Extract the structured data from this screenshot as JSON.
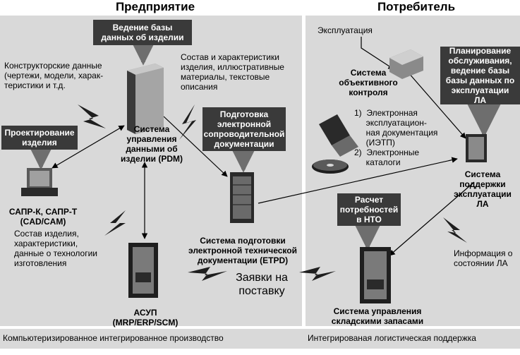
{
  "colors": {
    "panel": "#d9d9d9",
    "box": "#3a3a3a",
    "line": "#000000",
    "bolt": "#1e1e1e",
    "arrow_gray": "#6e6e6e"
  },
  "sections": {
    "left": "Предприятие",
    "right": "Потребитель"
  },
  "footer": {
    "left": "Компьютеризированное интегрированное производство",
    "right": "Интегрированая логистическая поддержка"
  },
  "boxes": {
    "bom": "Ведение базы\nданных об изделии",
    "design": "Проектирование\nизделия",
    "etd": "Подготовка\nэлектронной\nсопроводительной\nдокументации",
    "planning": "Планирование\nобслуживания,\nведение базы\nбазы данных по\nэксплуатации\nЛА",
    "calc": "Расчет\nпотребностей\nв НТО"
  },
  "nodes": {
    "pdm": "Система\nуправления\nданными об\nизделии (PDM)",
    "cad": "САПР-К, САПР-Т\n(CAD/CAM)",
    "etpd": "Система подготовки\nэлектронной технической\nдокументации (ETPD)",
    "acup": "АСУП\n(MRP/ERP/SCM)",
    "control": "Система\nобъективного\nконтроля",
    "lsa": "Система\nподдержки\nэксплуатации\nЛА",
    "warehouse": "Система управления\nскладскими запасами"
  },
  "notes": {
    "design_data": "Конструкторские данные\n(чертежи, модели, харак-\nтеристики и т.д.",
    "composition": "Состав и характеристики\nизделия, иллюстративные\nматериалы, текстовые\nописания",
    "operation": "Эксплуатация",
    "ietp_list": "1)  Электронная\n     эксплуатацион-\n     ная документация\n     (ИЭТП)\n2)  Электронные\n     каталоги",
    "tech_data": "Состав изделия,\nхарактеристики,\nданные о технологии\nизготовления",
    "orders": "Заявки на\nпоставку",
    "state_info": "Информация о\nсостоянии ЛА"
  }
}
